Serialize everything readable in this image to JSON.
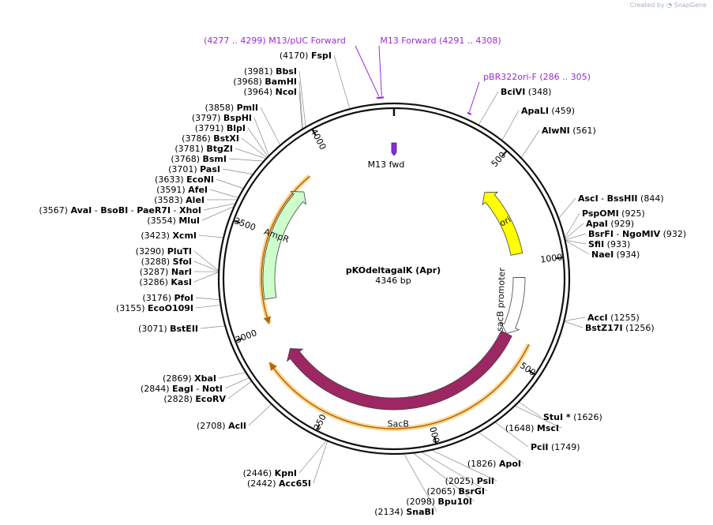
{
  "watermark": {
    "created_by": "Created by",
    "brand": "SnapGene"
  },
  "plasmid": {
    "name": "pKOdeltagalK (Apr)",
    "size_label": "4346 bp",
    "length": 4346
  },
  "ticks": [
    {
      "pos": 500,
      "label": "500"
    },
    {
      "pos": 1000,
      "label": "1000"
    },
    {
      "pos": 1500,
      "label": "1500"
    },
    {
      "pos": 2000,
      "label": "2000"
    },
    {
      "pos": 2500,
      "label": "2500"
    },
    {
      "pos": 3000,
      "label": "3000"
    },
    {
      "pos": 3500,
      "label": "3500"
    },
    {
      "pos": 4000,
      "label": "4000"
    }
  ],
  "features": [
    {
      "name": "ori",
      "start": 560,
      "end": 950,
      "dir": "reverse",
      "color": "#ffff00",
      "ring": "inner",
      "label_pos": 760
    },
    {
      "name": "sacB promoter",
      "start": 1080,
      "end": 1400,
      "dir": "forward",
      "color": "#ffffff",
      "ring": "inner",
      "label_pos": 1220
    },
    {
      "name": "SacB",
      "start": 1400,
      "end": 2850,
      "dir": "forward",
      "color": "#9c2762",
      "ring": "inner",
      "label_pos": 2150
    },
    {
      "name": "AmpR",
      "start": 3150,
      "end": 3790,
      "dir": "forward",
      "color": "#ccffcc",
      "ring": "inner",
      "label_pos": 3500
    },
    {
      "name": "M13 fwd",
      "start": 4285,
      "end": 4303,
      "dir": "forward",
      "color": "#8a2be2",
      "ring": "inner",
      "label_pos": 4294
    }
  ],
  "orfs": [
    {
      "start": 1400,
      "end": 2850,
      "dir": "forward"
    },
    {
      "start": 3020,
      "end": 3870,
      "dir": "reverse"
    }
  ],
  "primers": [
    {
      "label": "M13/pUC Forward",
      "range": "(4277 .. 4299)",
      "pos": 4288
    },
    {
      "label": "M13 Forward",
      "range": "(4291 .. 4308)",
      "pos": 4299
    },
    {
      "label": "pBR322ori-F",
      "range": "(286 .. 305)",
      "pos": 296
    }
  ],
  "sites": [
    {
      "name": "FspI",
      "pos": 4170,
      "text": "(4170)"
    },
    {
      "name": "BbsI",
      "pos": 3981,
      "text": "(3981)"
    },
    {
      "name": "BamHI",
      "pos": 3968,
      "text": "(3968)"
    },
    {
      "name": "NcoI",
      "pos": 3964,
      "text": "(3964)"
    },
    {
      "name": "PmlI",
      "pos": 3858,
      "text": "(3858)"
    },
    {
      "name": "BspHI",
      "pos": 3797,
      "text": "(3797)"
    },
    {
      "name": "BlpI",
      "pos": 3791,
      "text": "(3791)"
    },
    {
      "name": "BstXI",
      "pos": 3786,
      "text": "(3786)"
    },
    {
      "name": "BtgZI",
      "pos": 3781,
      "text": "(3781)"
    },
    {
      "name": "BsmI",
      "pos": 3768,
      "text": "(3768)"
    },
    {
      "name": "PasI",
      "pos": 3701,
      "text": "(3701)"
    },
    {
      "name": "EcoNI",
      "pos": 3633,
      "text": "(3633)"
    },
    {
      "name": "AfeI",
      "pos": 3591,
      "text": "(3591)"
    },
    {
      "name": "AleI",
      "pos": 3583,
      "text": "(3583)"
    },
    {
      "name": "AvaI - BsoBI - PaeR7I - XhoI",
      "pos": 3567,
      "text": "(3567)"
    },
    {
      "name": "MluI",
      "pos": 3554,
      "text": "(3554)"
    },
    {
      "name": "XcmI",
      "pos": 3423,
      "text": "(3423)"
    },
    {
      "name": "PluTI",
      "pos": 3290,
      "text": "(3290)"
    },
    {
      "name": "SfoI",
      "pos": 3288,
      "text": "(3288)"
    },
    {
      "name": "NarI",
      "pos": 3287,
      "text": "(3287)"
    },
    {
      "name": "KasI",
      "pos": 3286,
      "text": "(3286)"
    },
    {
      "name": "PfoI",
      "pos": 3176,
      "text": "(3176)"
    },
    {
      "name": "EcoO109I",
      "pos": 3155,
      "text": "(3155)"
    },
    {
      "name": "BstEII",
      "pos": 3071,
      "text": "(3071)"
    },
    {
      "name": "XbaI",
      "pos": 2869,
      "text": "(2869)"
    },
    {
      "name": "EagI - NotI",
      "pos": 2844,
      "text": "(2844)"
    },
    {
      "name": "EcoRV",
      "pos": 2828,
      "text": "(2828)"
    },
    {
      "name": "AclI",
      "pos": 2708,
      "text": "(2708)"
    },
    {
      "name": "KpnI",
      "pos": 2446,
      "text": "(2446)"
    },
    {
      "name": "Acc65I",
      "pos": 2442,
      "text": "(2442)"
    },
    {
      "name": "SnaBI",
      "pos": 2134,
      "text": "(2134)"
    },
    {
      "name": "Bpu10I",
      "pos": 2098,
      "text": "(2098)"
    },
    {
      "name": "BsrGI",
      "pos": 2065,
      "text": "(2065)"
    },
    {
      "name": "PsiI",
      "pos": 2025,
      "text": "(2025)"
    },
    {
      "name": "ApoI",
      "pos": 1826,
      "text": "(1826)"
    },
    {
      "name": "PciI",
      "pos": 1749,
      "text": "(1749)"
    },
    {
      "name": "MscI",
      "pos": 1648,
      "text": "(1648)"
    },
    {
      "name": "StuI *",
      "pos": 1626,
      "text": "(1626)"
    },
    {
      "name": "BstZ17I",
      "pos": 1256,
      "text": "(1256)"
    },
    {
      "name": "AccI",
      "pos": 1255,
      "text": "(1255)"
    },
    {
      "name": "NaeI",
      "pos": 934,
      "text": "(934)"
    },
    {
      "name": "SfiI",
      "pos": 933,
      "text": "(933)"
    },
    {
      "name": "BsrFI - NgoMIV",
      "pos": 932,
      "text": "(932)"
    },
    {
      "name": "ApaI",
      "pos": 929,
      "text": "(929)"
    },
    {
      "name": "PspOMI",
      "pos": 925,
      "text": "(925)"
    },
    {
      "name": "AscI - BssHII",
      "pos": 844,
      "text": "(844)"
    },
    {
      "name": "AlwNI",
      "pos": 561,
      "text": "(561)"
    },
    {
      "name": "ApaLI",
      "pos": 459,
      "text": "(459)"
    },
    {
      "name": "BciVI",
      "pos": 348,
      "text": "(348)"
    }
  ]
}
